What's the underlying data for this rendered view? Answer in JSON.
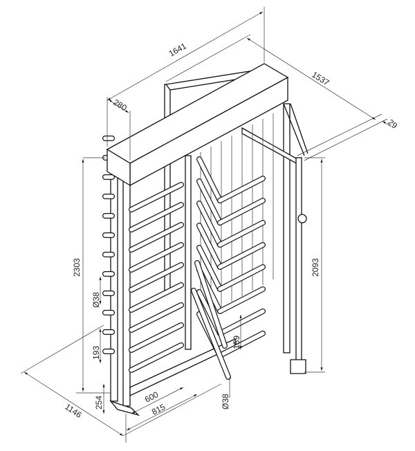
{
  "drawing": {
    "title": "Full-height turnstile dimension drawing",
    "dimensions": {
      "overall_length": "1641",
      "overall_depth": "1537",
      "beam_width": "280",
      "offset": "29",
      "height_total": "2303",
      "height_clear": "2093",
      "bar_diameter_left": "Ø38",
      "bar_spacing_left": "193",
      "bar_spacing_right": "159",
      "bottom_clearance": "254",
      "passage_width": "600",
      "rotor_width": "815",
      "bar_diameter_right": "Ø38",
      "base_depth": "1146"
    }
  }
}
